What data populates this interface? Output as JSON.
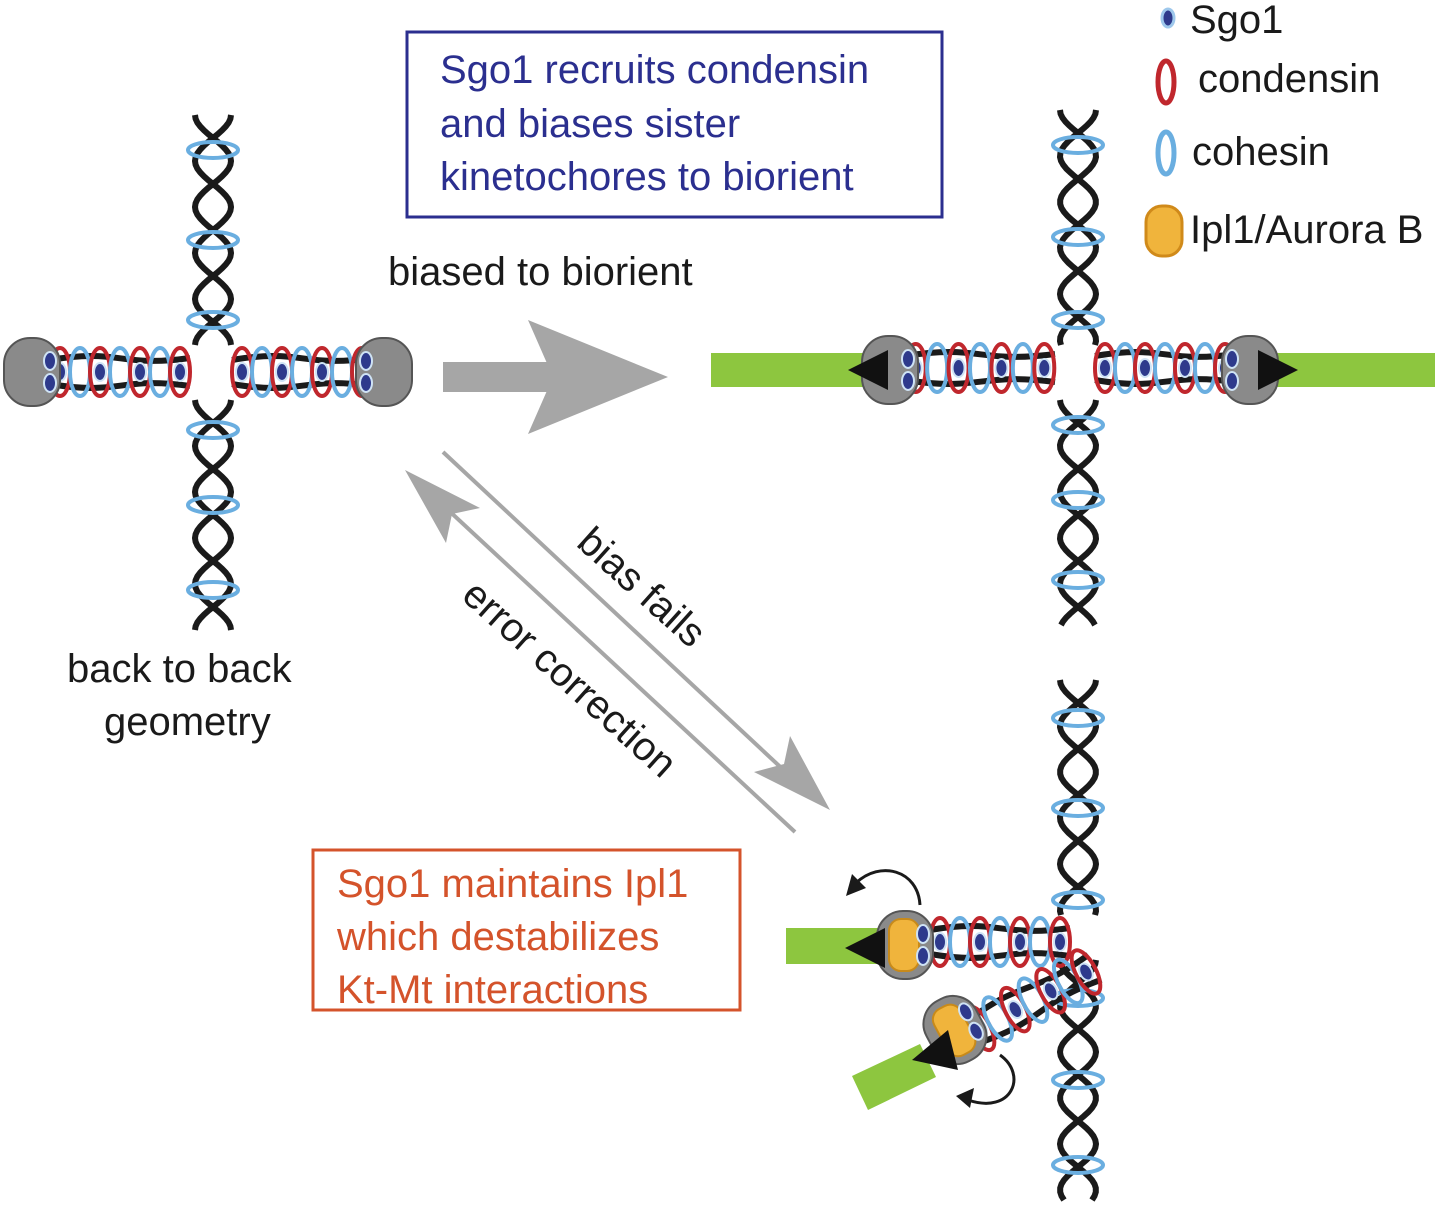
{
  "legend": {
    "sgo1": "Sgo1",
    "condensin": "condensin",
    "cohesin": "cohesin",
    "ipl1": "Ipl1/Aurora B"
  },
  "blue_box": {
    "line1": "Sgo1 recruits condensin",
    "line2": "and biases sister",
    "line3": "kinetochores to biorient"
  },
  "orange_box": {
    "line1": "Sgo1 maintains Ipl1",
    "line2": "which destabilizes",
    "line3": "Kt-Mt interactions"
  },
  "labels": {
    "biased": "biased to biorient",
    "bias_fails": "bias fails",
    "error_correction": "error correction",
    "geometry_line1": "back to back",
    "geometry_line2": "geometry"
  },
  "colors": {
    "sgo1": "#2e3a8c",
    "condensin": "#c0272d",
    "cohesin": "#6aaee0",
    "ipl1": "#f0b43c",
    "microtubule": "#8dc63f",
    "kinetochore": "#8a8a8a",
    "arrow": "#a6a6a6",
    "blue_box": "#2b2f8f",
    "orange_box": "#d4532b"
  }
}
